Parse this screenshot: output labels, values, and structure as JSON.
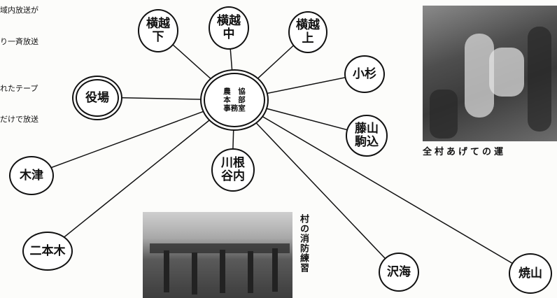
{
  "side_text": [
    "域内放送が",
    "り一斉放送",
    "れたテープ",
    "だけで放送"
  ],
  "hub": {
    "line1": "農　協",
    "line2": "本　部",
    "line3": "事務室"
  },
  "nodes": {
    "yokoshimo": {
      "line1": "横越",
      "line2": "下"
    },
    "yokonaka": {
      "line1": "横越",
      "line2": "中"
    },
    "yokokami": {
      "line1": "横越",
      "line2": "上"
    },
    "kosugi": {
      "label": "小杉"
    },
    "yakuba": {
      "label": "役場"
    },
    "fujiyama": {
      "line1": "藤山",
      "line2": "駒込"
    },
    "kawane": {
      "line1": "川根",
      "line2": "谷内"
    },
    "kizu": {
      "label": "木津"
    },
    "nihongi": {
      "label": "二本木"
    },
    "sawaumi": {
      "label": "沢海"
    },
    "yakeyama": {
      "label": "焼山"
    }
  },
  "captions": {
    "photo_right": "全村あげての運",
    "photo_bottom": "村の消防練習"
  },
  "colors": {
    "ink": "#111111",
    "paper": "#fcfcfa",
    "photo": "#5e5e5e"
  }
}
